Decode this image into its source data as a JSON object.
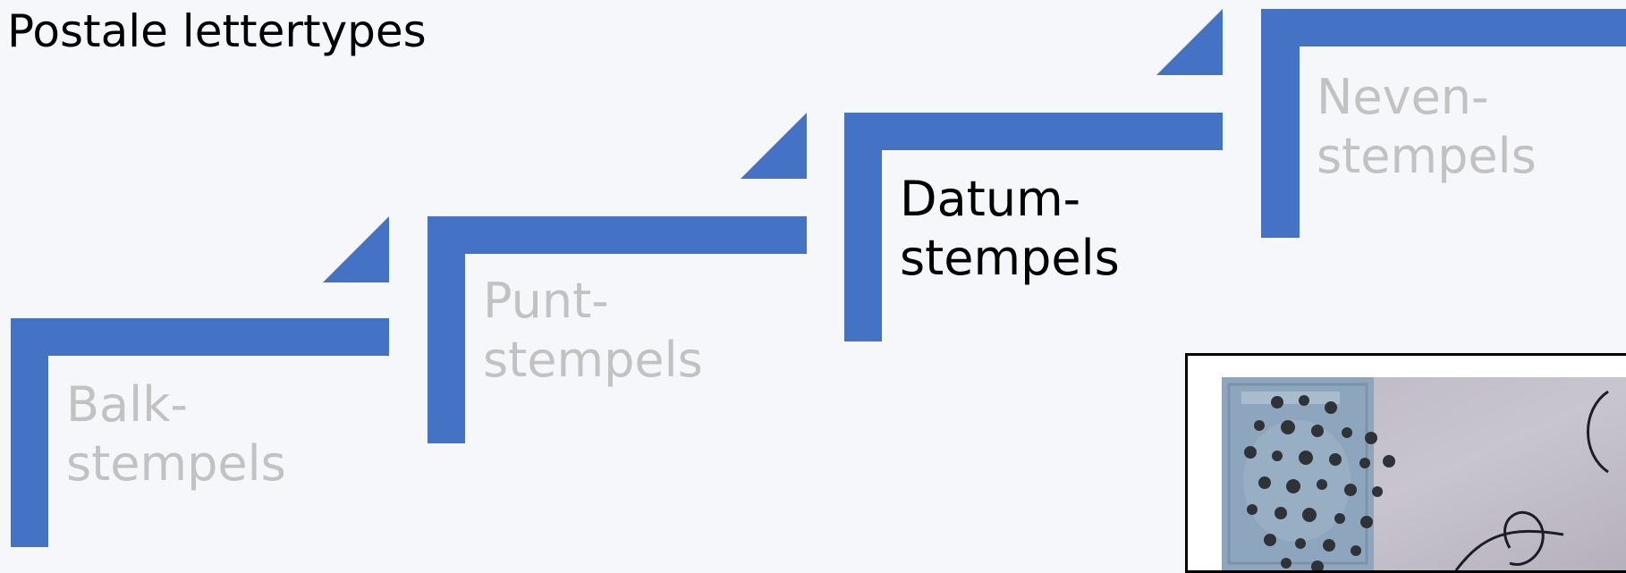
{
  "slide": {
    "title": "Postale lettertypes",
    "accent_color": "#4472c4",
    "background_color": "#f5f7fb",
    "inactive_text_color": "#c2c2c2",
    "active_text_color": "#000000"
  },
  "steps": [
    {
      "line1": "Balk-",
      "line2": "stempels",
      "active": false
    },
    {
      "line1": "Punt-",
      "line2": "stempels",
      "active": false
    },
    {
      "line1": "Datum-",
      "line2": "stempels",
      "active": true
    },
    {
      "line1": "Neven-",
      "line2": "stempels",
      "active": false
    }
  ],
  "image": {
    "icon": "postmarked-envelope-photo"
  }
}
